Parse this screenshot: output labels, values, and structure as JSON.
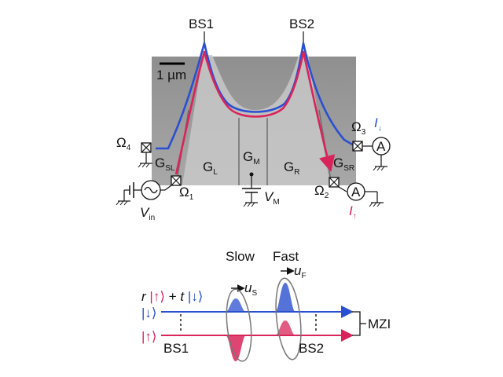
{
  "colors": {
    "spin_down": "#2a4fd0",
    "spin_up": "#d8245a",
    "micrograph_bg": "#9a9a9a",
    "ink": "#111111"
  },
  "top_panel": {
    "bs1": "BS1",
    "bs2": "BS2",
    "scale_bar": "1 µm",
    "gates": {
      "gsl_main": "G",
      "gsl_sub": "SL",
      "gl_main": "G",
      "gl_sub": "L",
      "gm_main": "G",
      "gm_sub": "M",
      "gr_main": "G",
      "gr_sub": "R",
      "gsr_main": "G",
      "gsr_sub": "SR"
    },
    "contacts": {
      "o1_main": "Ω",
      "o1_sub": "1",
      "o2_main": "Ω",
      "o2_sub": "2",
      "o3_main": "Ω",
      "o3_sub": "3",
      "o4_main": "Ω",
      "o4_sub": "4"
    },
    "meters": {
      "meter1": "A",
      "meter2": "A"
    },
    "currents": {
      "down_main": "I",
      "down_sub": "↓",
      "up_main": "I",
      "up_sub": "↑"
    },
    "vin_main": "V",
    "vin_sub": "in",
    "vm_main": "V",
    "vm_sub": "M"
  },
  "bottom_panel": {
    "slow": "Slow",
    "fast": "Fast",
    "us_main": "u",
    "us_sub": "S",
    "uf_main": "u",
    "uf_sub": "F",
    "state": {
      "r": "r",
      "ket_up": "|↑⟩",
      "plus": " + ",
      "t": "t",
      "ket_down": "|↓⟩"
    },
    "channel_down": "|↓⟩",
    "channel_up": "|↑⟩",
    "bs1": "BS1",
    "bs2": "BS2",
    "mzi": "MZI"
  },
  "icon": "mach-zehnder-interferometer-diagram"
}
